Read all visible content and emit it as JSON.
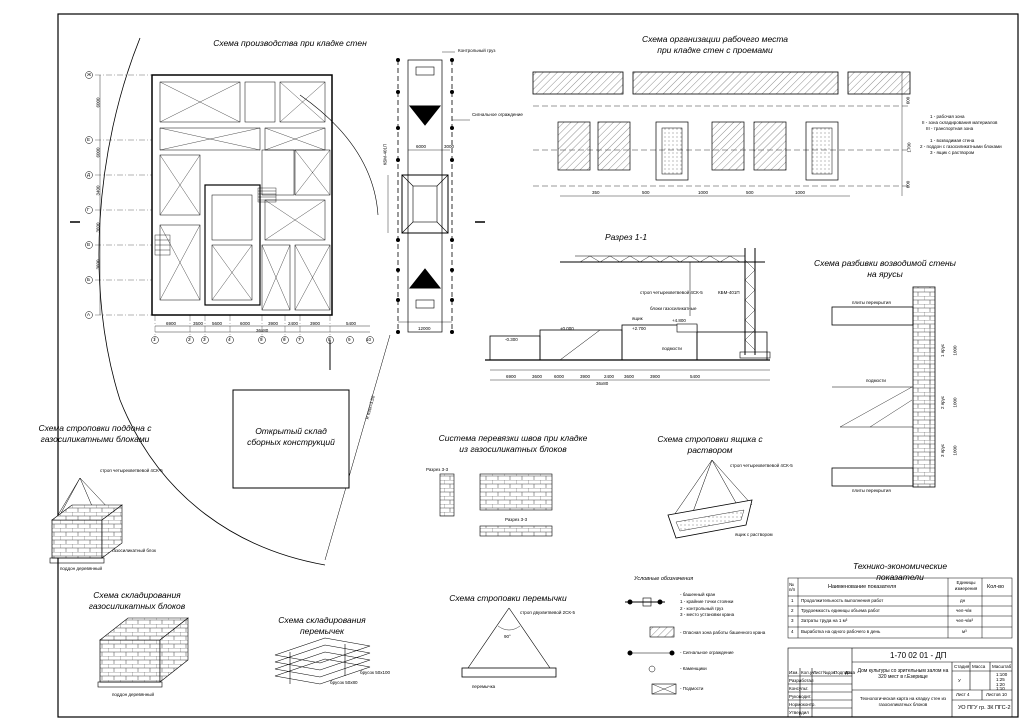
{
  "titles": {
    "production_scheme": "Схема производства при кладке стен",
    "workplace_scheme": "Схема организации рабочего места при кладке стен с проемами",
    "section": "Разрез 1-1",
    "wall_breakdown": "Схема разбивки возводимой стены на ярусы",
    "pallet_slinging": "Схема строповки поддона с газосиликатными блоками",
    "seam_system": "Система перевязки швов при кладке из газосиликатных блоков",
    "box_slinging": "Схема строповки ящика с раствором",
    "block_storage": "Схема складирования газосиликатных блоков",
    "lintel_storage": "Схема складирования перемычек",
    "lintel_slinging": "Схема строповки перемычки",
    "legend": "Условные обозначения",
    "tep": "Технико-экономические показатели",
    "open_storage": "Открытый склад сборных конструкций"
  },
  "crane_labels": {
    "crane": "КБМ-401П",
    "control_group": "Контрольный груз",
    "signal_fence": "Сигнальное ограждение",
    "radius": "R max=3.50"
  },
  "dimensions": {
    "plan_bottom": [
      "6900",
      "3500",
      "5600",
      "6000",
      "3900",
      "2400",
      "3900",
      "5400"
    ],
    "plan_total": "36х80",
    "crane_track": "12000",
    "crane_widths": [
      "6000",
      "3000"
    ],
    "left_side": [
      "6000",
      "6000",
      "3400",
      "3600",
      "3600"
    ],
    "section_bottom": [
      "6900",
      "3600",
      "6000",
      "3900",
      "2400",
      "3600",
      "3900",
      "5400"
    ],
    "section_total": "36х80",
    "workplace_bottom": [
      "350",
      "500",
      "1000",
      "500",
      "1000"
    ],
    "workplace_side": [
      "600",
      "1700",
      "600"
    ],
    "tiers": [
      "1 ярус",
      "2 ярус",
      "3 ярус"
    ],
    "tier_heights": [
      "1000",
      "1000",
      "1000"
    ],
    "elevations": [
      "-0.300",
      "±0.000",
      "+2.700",
      "+4.800"
    ]
  },
  "axes": {
    "letters": [
      "Ж",
      "Е",
      "Д",
      "Г",
      "В",
      "Б",
      "А"
    ],
    "numbers": [
      "1",
      "2",
      "3",
      "4",
      "5",
      "6",
      "7",
      "8",
      "9",
      "10"
    ]
  },
  "workplace_legend": [
    "1 - рабочая зона",
    "II - зона складирования материалов",
    "III - транспортная зона"
  ],
  "workplace_notes": [
    "1 - возводимая стена",
    "2 - поддон с газосиликатными блоками",
    "3 - ящик с раствором"
  ],
  "section_labels": {
    "sling": "строп четырехветвевой 4СК-5",
    "block": "блоки газосиликатные",
    "scaffold": "подмости",
    "box": "ящик",
    "section_cut": "1",
    "crane_height": "КБМ-401П"
  },
  "wall_labels": {
    "top_slab": "плиты перекрытия",
    "mid": "подмости",
    "bottom_slab": "плиты перекрытия"
  },
  "pallet_labels": [
    "строп четырехветвевой 4СК-5",
    "газосиликатный блок",
    "поддон деревянный"
  ],
  "seam_labels": [
    "Разрез 3-3",
    "Разрез 3-3"
  ],
  "box_labels": [
    "строп четырехветвевой 4СК-5",
    "ящик с раствором"
  ],
  "block_storage_labels": [
    "поддон деревянный"
  ],
  "lintel_storage_labels": [
    "брусок 50х80",
    "брусок 50х100"
  ],
  "lintel_sling_labels": [
    "строп двухветвевой 2СК-5",
    "перемычка",
    "90°"
  ],
  "legend_items": [
    "- башенный кран",
    "1 - крайние точки стоянки",
    "2 - контрольный груз",
    "3 - место установки крана",
    "- Опасная зона работы башенного крана",
    "- Сигнальное ограждение",
    "- Каменщики",
    "- Подмости"
  ],
  "tep_table": {
    "headers": [
      "№ п/п",
      "Наименование показателя",
      "Единицы измерения",
      "Кол-во"
    ],
    "rows": [
      [
        "1",
        "Продолжительность выполнения работ",
        "дн",
        ""
      ],
      [
        "2",
        "Трудоемкость единицы объема работ",
        "чел-ч/м",
        ""
      ],
      [
        "3",
        "Затраты труда на 1 м³",
        "чел-ч/м³",
        ""
      ],
      [
        "4",
        "Выработка на одного рабочего в день",
        "м³",
        ""
      ]
    ]
  },
  "title_block": {
    "code": "1-70 02 01 - ДП",
    "object": "Дом культуры со зрительным залом на 320 мест в г.Езерище",
    "sheet_title": "Технологическая карта на кладку стен из газосиликатных блоков",
    "org": "УО ПГУ гр. 3К ПГС-2",
    "stage_header": [
      "Стадия",
      "Масса",
      "Масштаб"
    ],
    "stage": "У",
    "scales": [
      "1:100",
      "1:25",
      "1:20",
      "1:10"
    ],
    "sheet": "Лист 4",
    "sheets": "Листов 10",
    "left_labels": [
      "Изм.",
      "Кол.уч",
      "Лист",
      "№док.",
      "Подпись",
      "Дата"
    ],
    "roles": [
      "Разработал",
      "Консульт.",
      "Руководит.",
      "Нормоконтр.",
      "Утвердил"
    ]
  }
}
